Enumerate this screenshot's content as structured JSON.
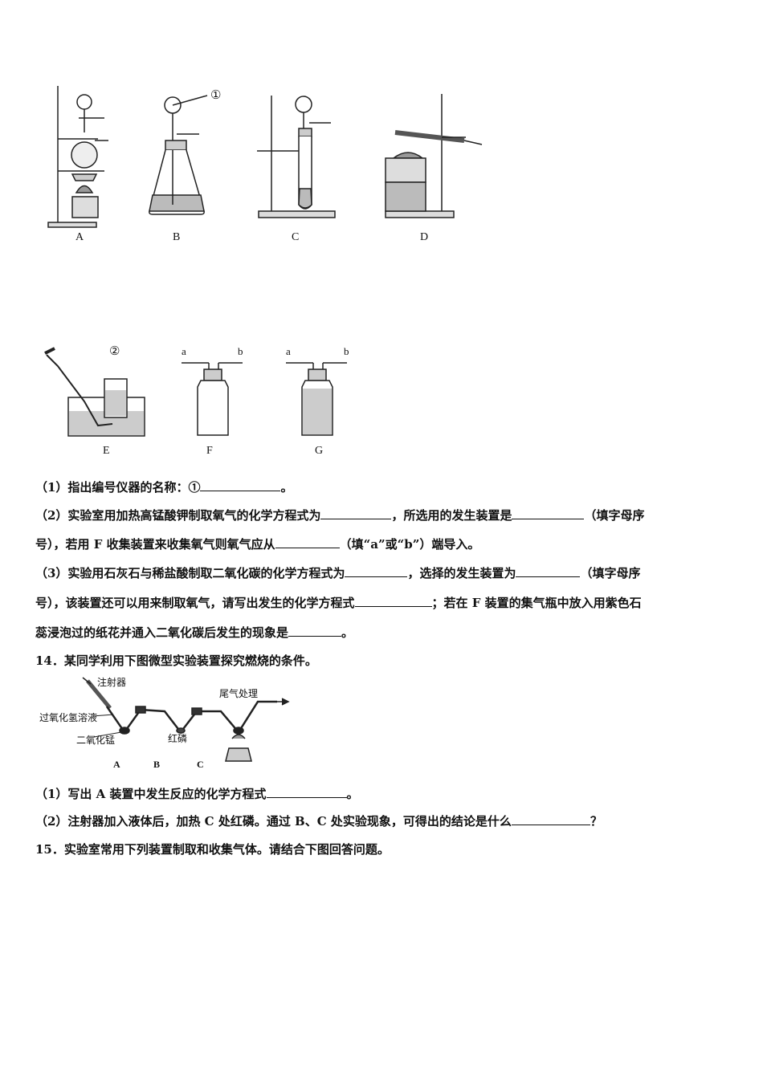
{
  "figure_top": {
    "labels": [
      "A",
      "B",
      "C",
      "D"
    ],
    "marker": "①"
  },
  "figure_mid": {
    "labels": [
      "E",
      "F",
      "G"
    ],
    "marker": "②",
    "port_a": "a",
    "port_b": "b"
  },
  "q13": {
    "p1": {
      "before": "（1）指出编号仪器的名称：①",
      "after": "。"
    },
    "p2a": {
      "before": "（2）实验室用加热高锰酸钾制取氧气的化学方程式为",
      "mid": "，所选用的发生装置是",
      "after": "（填字母序"
    },
    "p2b": {
      "before": "号），若用 F 收集装置来收集氧气则氧气应从",
      "after": "（填“a”或“b”）端导入。"
    },
    "p3a": {
      "before": "（3）实验用石灰石与稀盐酸制取二氧化碳的化学方程式为",
      "mid": "，选择的发生装置为",
      "after": "（填字母序"
    },
    "p3b": {
      "before": "号），该装置还可以用来制取氧气，请写出发生的化学方程式",
      "after": "；若在 F 装置的集气瓶中放入用紫色石"
    },
    "p3c": {
      "before": "蕊浸泡过的纸花并通入二氧化碳后发生的现象是",
      "after": "。"
    }
  },
  "q14": {
    "title": "14．某同学利用下图微型实验装置探究燃烧的条件。",
    "fig_labels": {
      "syringe": "注射器",
      "h2o2": "过氧化氢溶液",
      "mno2": "二氧化锰",
      "phosphorus": "红磷",
      "tail": "尾气处理",
      "A": "A",
      "B": "B",
      "C": "C"
    },
    "p1": {
      "before": "（1）写出 A 装置中发生反应的化学方程式",
      "after": "。"
    },
    "p2": {
      "before": "（2）注射器加入液体后，加热 C 处红磷。通过 B、C 处实验现象，可得出的结论是什么",
      "after": "？"
    }
  },
  "q15": {
    "title": "15．实验室常用下列装置制取和收集气体。请结合下图回答问题。"
  }
}
